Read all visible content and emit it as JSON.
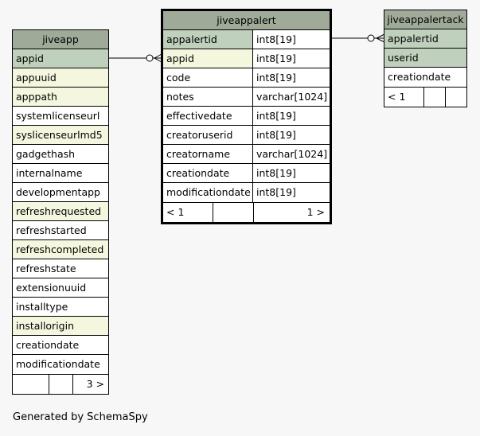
{
  "tables": {
    "jiveapp": {
      "name": "jiveapp",
      "columns": [
        {
          "name": "appid",
          "kind": "pk"
        },
        {
          "name": "appuuid",
          "kind": "fk"
        },
        {
          "name": "apppath",
          "kind": "fk"
        },
        {
          "name": "systemlicenseurl",
          "kind": ""
        },
        {
          "name": "syslicenseurlmd5",
          "kind": "fk"
        },
        {
          "name": "gadgethash",
          "kind": ""
        },
        {
          "name": "internalname",
          "kind": ""
        },
        {
          "name": "developmentapp",
          "kind": ""
        },
        {
          "name": "refreshrequested",
          "kind": "fk"
        },
        {
          "name": "refreshstarted",
          "kind": ""
        },
        {
          "name": "refreshcompleted",
          "kind": "fk"
        },
        {
          "name": "refreshstate",
          "kind": ""
        },
        {
          "name": "extensionuuid",
          "kind": ""
        },
        {
          "name": "installtype",
          "kind": ""
        },
        {
          "name": "installorigin",
          "kind": "fk"
        },
        {
          "name": "creationdate",
          "kind": ""
        },
        {
          "name": "modificationdate",
          "kind": ""
        }
      ],
      "footer": {
        "left": "",
        "mid": "",
        "right": "3 >"
      }
    },
    "jiveappalert": {
      "name": "jiveappalert",
      "columns": [
        {
          "name": "appalertid",
          "type": "int8[19]",
          "kind": "pk"
        },
        {
          "name": "appid",
          "type": "int8[19]",
          "kind": "fk"
        },
        {
          "name": "code",
          "type": "int8[19]",
          "kind": ""
        },
        {
          "name": "notes",
          "type": "varchar[1024]",
          "kind": ""
        },
        {
          "name": "effectivedate",
          "type": "int8[19]",
          "kind": ""
        },
        {
          "name": "creatoruserid",
          "type": "int8[19]",
          "kind": ""
        },
        {
          "name": "creatorname",
          "type": "varchar[1024]",
          "kind": ""
        },
        {
          "name": "creationdate",
          "type": "int8[19]",
          "kind": ""
        },
        {
          "name": "modificationdate",
          "type": "int8[19]",
          "kind": ""
        }
      ],
      "footer": {
        "left": "< 1",
        "mid": "",
        "right": "1 >"
      }
    },
    "jiveappalertack": {
      "name": "jiveappalertack",
      "columns": [
        {
          "name": "appalertid",
          "kind": "pk"
        },
        {
          "name": "userid",
          "kind": "pk"
        },
        {
          "name": "creationdate",
          "kind": ""
        }
      ],
      "footer": {
        "left": "< 1",
        "mid": "",
        "right": ""
      }
    }
  },
  "caption": "Generated by SchemaSpy"
}
